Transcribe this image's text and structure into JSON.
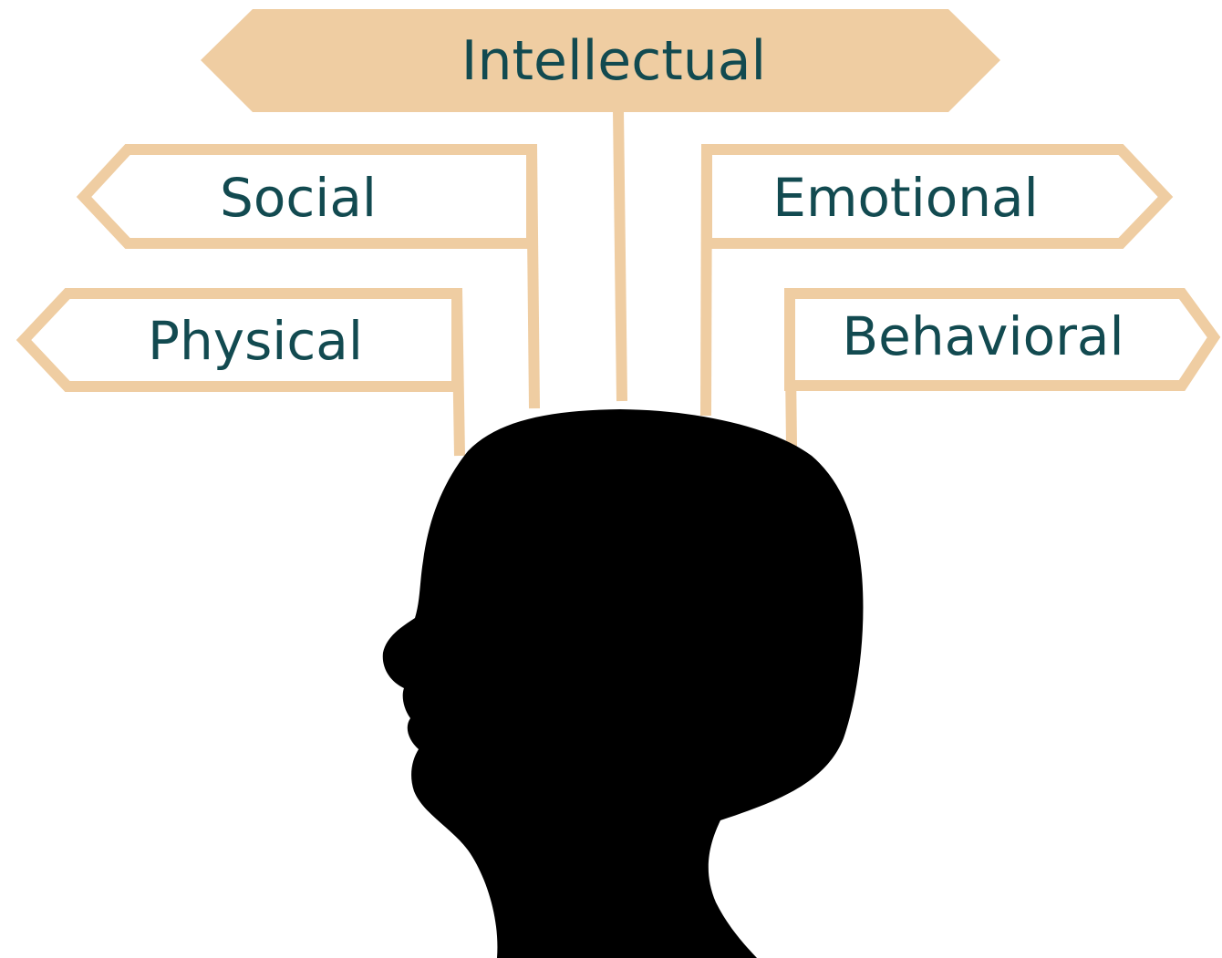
{
  "diagram": {
    "center": "head-silhouette",
    "signs": {
      "intellectual": {
        "label": "Intellectual",
        "style": "filled"
      },
      "social": {
        "label": "Social",
        "style": "outline",
        "points": "left"
      },
      "emotional": {
        "label": "Emotional",
        "style": "outline",
        "points": "right"
      },
      "physical": {
        "label": "Physical",
        "style": "outline",
        "points": "left"
      },
      "behavioral": {
        "label": "Behavioral",
        "style": "outline",
        "points": "right"
      }
    }
  },
  "colors": {
    "sign": "#efcda2",
    "text": "#124a50",
    "silhouette": "#000000",
    "background": "#ffffff"
  }
}
